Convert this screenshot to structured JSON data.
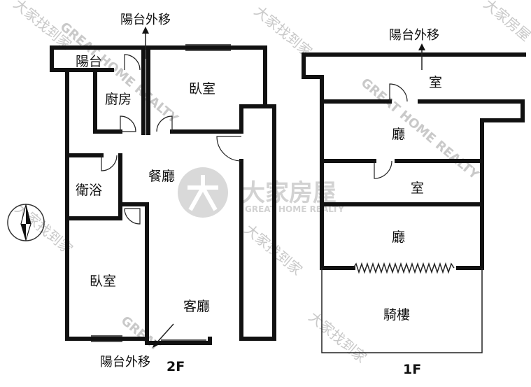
{
  "watermark": {
    "brand_name": "大家房屋",
    "brand_sub": "GREAT HOME REALTY",
    "diagonal_1": "大家找到家",
    "diagonal_2": "GREAT HOME REALTY",
    "diagonal_3": "大家找到家",
    "diagonal_4": "GREAT HOME REALTY",
    "diagonal_5": "大家找到家",
    "diagonal_6": "大家房屋",
    "diagonal_7": "GREAT",
    "diagonal_8": "大家找到家",
    "diagonal_9": "大家找到家"
  },
  "floor_2": {
    "tag": "2F",
    "note_top": "陽台外移",
    "note_bottom": "陽台外移",
    "rooms": {
      "balcony": "陽台",
      "kitchen": "廚房",
      "bedroom_top": "臥室",
      "bathroom": "衛浴",
      "dining": "餐廳",
      "bedroom_left": "臥室",
      "living": "客廳"
    }
  },
  "floor_1": {
    "tag": "1F",
    "note_top": "陽台外移",
    "rooms": {
      "room_top": "室",
      "hall_upper": "廳",
      "room_mid": "室",
      "hall_lower": "廳",
      "arcade": "騎樓"
    }
  },
  "compass": {
    "icon": "north-arrow-icon"
  }
}
